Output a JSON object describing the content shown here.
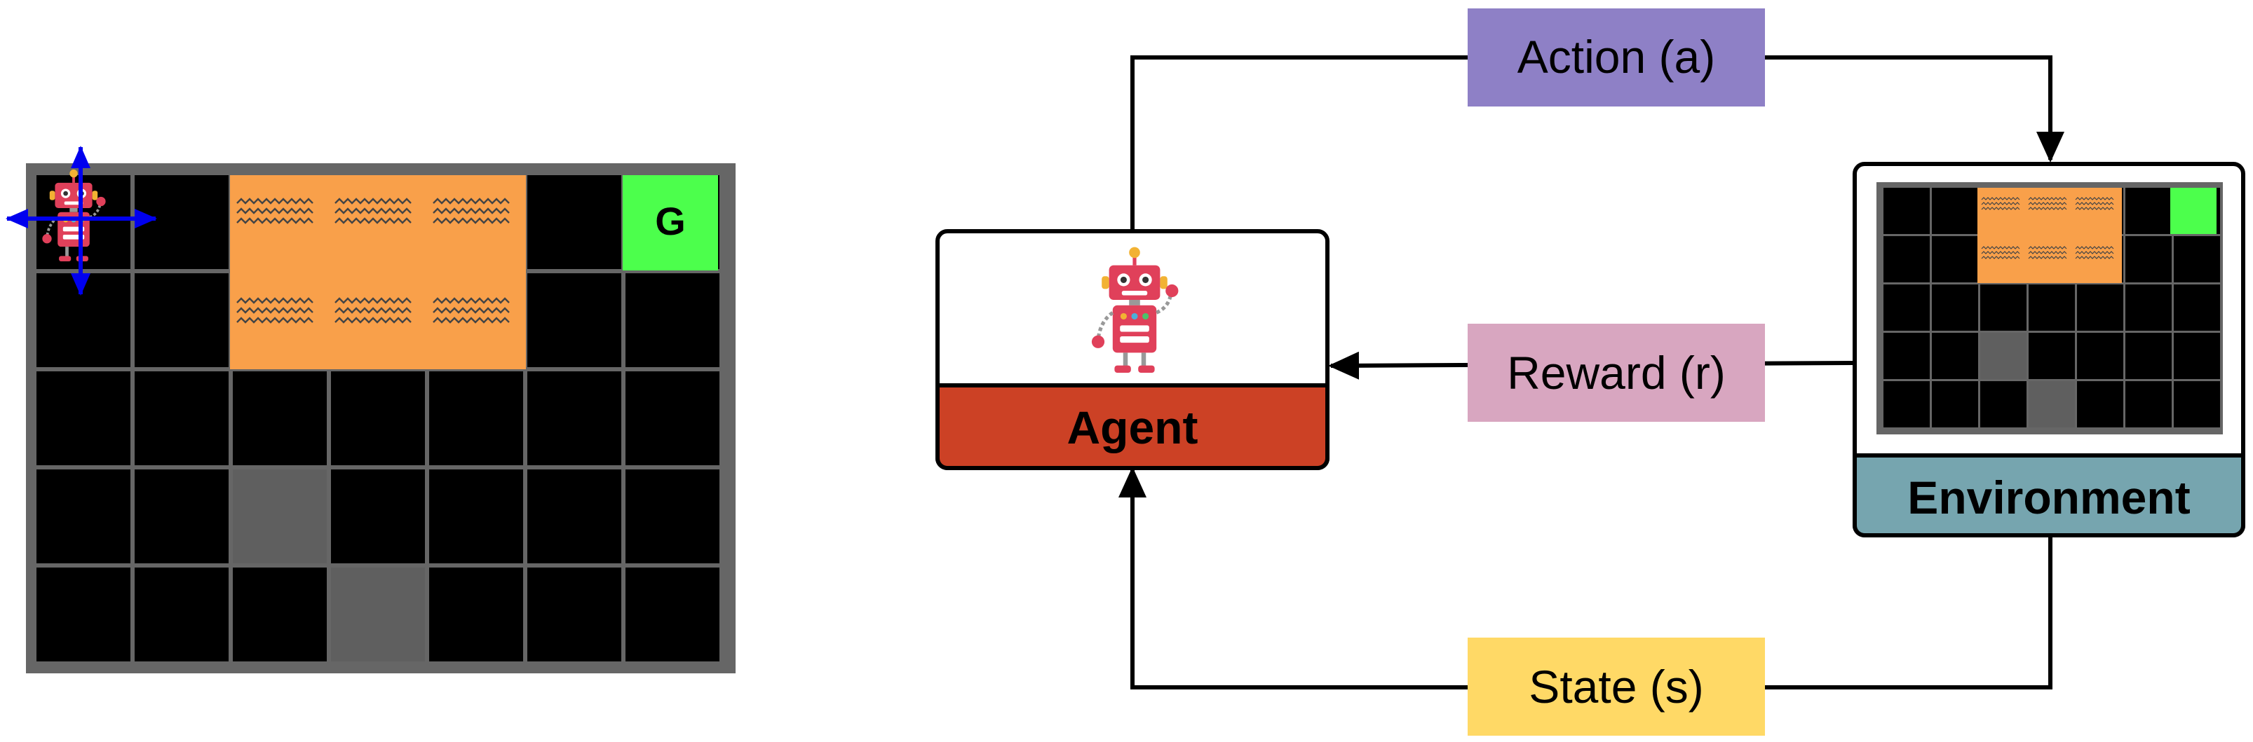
{
  "gridworld": {
    "goal_label": "G",
    "rows": 5,
    "cols": 7,
    "colors": {
      "frame": "#666666",
      "cell": "#000000",
      "grid_line": "#666666",
      "hazard": "#F9A04A",
      "goal": "#4CFF4C",
      "wall": "#5F5F5F",
      "arrows": "#0000EE"
    },
    "icons": [
      "robot-icon",
      "move-arrows-icon",
      "wave-icon"
    ]
  },
  "labels": {
    "action": "Action (a)",
    "reward": "Reward (r)",
    "state": "State (s)",
    "agent": "Agent",
    "environment": "Environment"
  },
  "colors": {
    "action_box": "#8E80C6",
    "reward_box": "#D8A6C0",
    "state_box": "#FFD966",
    "agent_box": "#CC4125",
    "environment_box": "#76A5AF",
    "line": "#000000",
    "robot_body": "#E0405A",
    "robot_accent": "#F2B233"
  }
}
